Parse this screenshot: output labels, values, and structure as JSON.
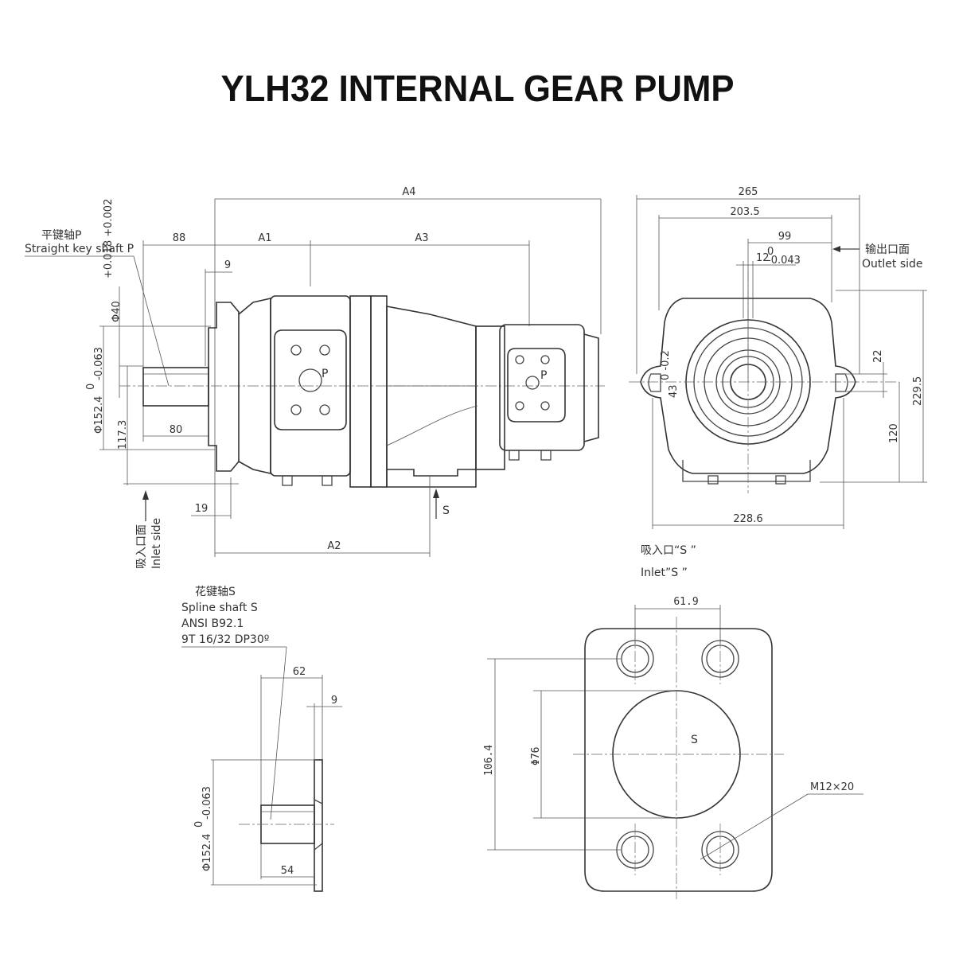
{
  "title": "YLH32 INTERNAL GEAR PUMP",
  "side_view": {
    "dims": {
      "a4": "A4",
      "d88": "88",
      "a1": "A1",
      "a3": "A3",
      "d9": "9",
      "d80": "80",
      "d19": "19",
      "a2": "A2",
      "d117": "117.3",
      "phi40": "Φ40",
      "phi40_tol": "+0.018 +0.002",
      "phi152": "Φ152.4",
      "phi152_tol_upper": "0",
      "phi152_tol_lower": "-0.063"
    },
    "shaft_label_cn": "平键轴P",
    "shaft_label_en": "Straight key shaft P",
    "inlet_cn": "吸入口面",
    "inlet_en": "Inlet side",
    "port_p": "P",
    "port_s": "S"
  },
  "front_view": {
    "dims": {
      "d265": "265",
      "d203": "203.5",
      "d99": "99",
      "d12": "12",
      "d12_tol_upper": "0",
      "d12_tol_lower": "-0.043",
      "d22": "22",
      "d229": "229.5",
      "d120": "120",
      "d228": "228.6",
      "d43": "43",
      "d43_tol": "0 -0.2"
    },
    "outlet_cn": "输出口面",
    "outlet_en": "Outlet side"
  },
  "spline_view": {
    "label_cn": "花键轴S",
    "label_en": "Spline shaft S",
    "standard": "ANSI B92.1",
    "spec": "9T 16/32 DP30º",
    "dims": {
      "d62": "62",
      "d9": "9",
      "d54": "54",
      "phi152": "Φ152.4",
      "tol_upper": "0",
      "tol_lower": "-0.063"
    }
  },
  "inlet_view": {
    "label_cn": "吸入口“S ”",
    "label_en": "Inlet”S ”",
    "port": "S",
    "dims": {
      "d61": "61.9",
      "d106": "106.4",
      "phi76": "Φ76",
      "thread": "M12×20"
    }
  }
}
